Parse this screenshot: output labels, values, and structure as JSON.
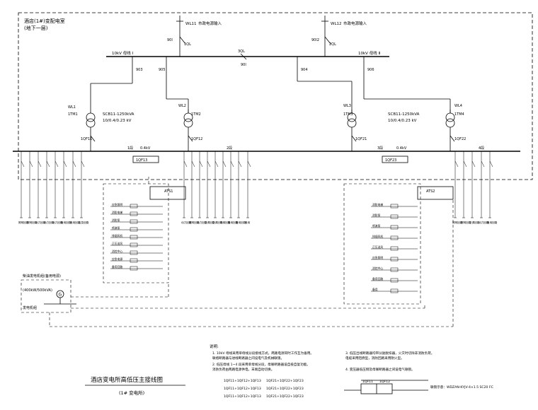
{
  "room": {
    "title": "酒店(1#)变配电室",
    "floor": "(地下一层)"
  },
  "hv_incoming": {
    "left": {
      "line": "WL11",
      "source": "市政电源输入",
      "fuse": "90I",
      "switch": "1QL"
    },
    "right": {
      "line": "WL12",
      "source": "市政电源输入",
      "fuse": "90I2",
      "switch": "2QL"
    }
  },
  "hv_bus": {
    "left_label": "10kV 母线 Ⅰ",
    "right_label": "10kV 母线 Ⅱ",
    "tie_label": "3QL",
    "tie_breaker": "90I",
    "feeder_labels": [
      "903",
      "905",
      "904",
      "906"
    ]
  },
  "transformers": [
    {
      "line": "WL1",
      "id": "1TM1",
      "lv_breaker": "1QF11"
    },
    {
      "line": "WL2",
      "id": "1TM2",
      "lv_breaker": "1QF12"
    },
    {
      "line": "WL3",
      "id": "1TM3",
      "lv_breaker": "1QF21"
    },
    {
      "line": "WL4",
      "id": "1TM4",
      "lv_breaker": "1QF22"
    }
  ],
  "transformer_specs": [
    {
      "model": "SCB11-1250kVA",
      "ratio": "10/0.4/0.23 kV"
    },
    {
      "model": "SCB11-1250kVA",
      "ratio": "10/0.4/0.23 kV"
    }
  ],
  "lv_bus": {
    "sections": [
      "1段",
      "2段",
      "3段",
      "4段"
    ],
    "voltage": "0.4kV",
    "ties": [
      "1QF13",
      "1QF23"
    ]
  },
  "feeder_captions": [
    "照明回路",
    "照明回路",
    "动力回路",
    "动力回路",
    "动力回路",
    "备用回路",
    "备用回路",
    "应急回路",
    "动力回路",
    "照明回路",
    "动力回路",
    "空调回路",
    "空调回路",
    "电梯回路",
    "备用回路",
    "备用回路",
    "备用",
    "照明回路",
    "照明回路",
    "空调回路",
    "动力回路",
    "备用回路"
  ],
  "ats_panels": [
    {
      "name": "ATS1",
      "rows": [
        "应急照明",
        "消防电梯",
        "消防泵",
        "喷淋泵",
        "排烟风机",
        "正压送风",
        "消控中心",
        "应急电源",
        "备用回路"
      ]
    },
    {
      "name": "ATS2",
      "rows": [
        "消防电梯",
        "消防泵",
        "喷淋泵",
        "排烟风机",
        "正压送风",
        "应急照明",
        "消控中心",
        "备用回路",
        "备用"
      ]
    }
  ],
  "generator": {
    "title": "柴油发电机组(备用电源)",
    "rating": "(400kW/500kVA)",
    "symbol": "G",
    "label": "发电机组"
  },
  "notes": {
    "heading": "说明:",
    "left": [
      "1. 10kV 母线采用单母线分段接线方式，两路电源同时工作互为备用。",
      "   联络断路器与进线断路器之间设电气及机械联锁。",
      "2. 低压母线 1~4 段采用单母线分段，母联断路器设自投自复功能。",
      "   消防负荷由两路电源供电，末端自动切换。"
    ],
    "right": [
      "3. 低压出线断路器均带分励脱扣器，火灾时切除非消防负荷。",
      "   电缆采用阻燃型，消防回路采用耐火型。",
      "4. 变压器低压侧及母联断路器之间设电气联锁。"
    ],
    "interlocks": [
      "1QF11+1QF12+1QF13",
      "1QF21+1QF22+1QF23",
      "1QF11+1QF12+1QF13",
      "1QF21+1QF22+1QF23",
      "1QF11+1QF12+1QF13",
      "1QF21+1QF22+1QF23"
    ]
  },
  "legend": {
    "label_left": "1QF11",
    "label_right": "1QF12",
    "caption": "联锁示意：WDZAN-KYJV-4×1.5 SC20 FC"
  },
  "drawing_title": {
    "main": "酒店变电所高低压主接线图",
    "sub": "(1# 变电所)"
  }
}
